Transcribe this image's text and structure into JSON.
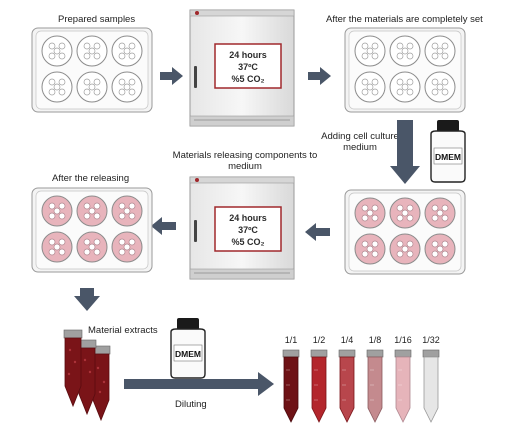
{
  "labels": {
    "prepared_samples": "Prepared samples",
    "after_set": "After the materials are completely set",
    "adding_medium_line1": "Adding cell culture",
    "adding_medium_line2": "medium",
    "releasing_line1": "Materials releasing components to",
    "releasing_line2": "medium",
    "after_releasing": "After the releasing",
    "material_extracts": "Material extracts",
    "diluting": "Diluting"
  },
  "incubator": {
    "time": "24 hours",
    "temp": "37ºC",
    "co2": "%5 CO₂"
  },
  "dmem_label": "DMEM",
  "dilutions": [
    "1/1",
    "1/2",
    "1/4",
    "1/8",
    "1/16",
    "1/32"
  ],
  "colors": {
    "arrow": "#4a5668",
    "medium_pink": "#e8b4bc",
    "extract_red": "#7a1418",
    "incubator_red": "#a0282c"
  }
}
